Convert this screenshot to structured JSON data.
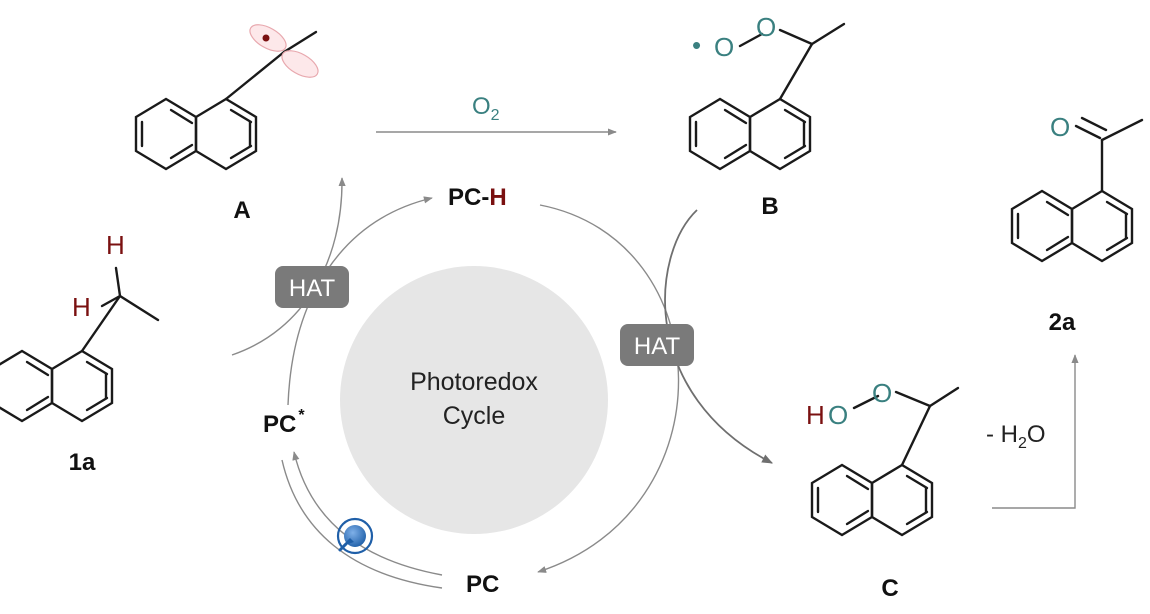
{
  "compounds": {
    "start": "1a",
    "radical": "A",
    "peroxyl": "B",
    "hydroperoxide": "C",
    "product": "2a"
  },
  "catalyst": {
    "ground": "PC",
    "excited": "PC",
    "excited_mark": "*",
    "reduced_base": "PC-",
    "reduced_h": "H"
  },
  "cycle": {
    "line1": "Photoredox",
    "line2": "Cycle"
  },
  "steps": {
    "hat_left": "HAT",
    "hat_right": "HAT",
    "oxygen_base": "O",
    "oxygen_sub": "2",
    "dehydration_prefix": "- H",
    "dehydration_sub": "2",
    "dehydration_suffix": "O"
  },
  "atoms": {
    "h": "H",
    "o": "O",
    "radical_dot": "•"
  },
  "colors": {
    "oxygen": "#3a8080",
    "hydrogen": "#7a1010",
    "arrow": "#8a8a8a",
    "tag": "#7a7a7a",
    "cycle_fill": "#e6e6e6",
    "light_icon": "#1f5fa8"
  },
  "icons": [
    "light-bulb-icon"
  ]
}
